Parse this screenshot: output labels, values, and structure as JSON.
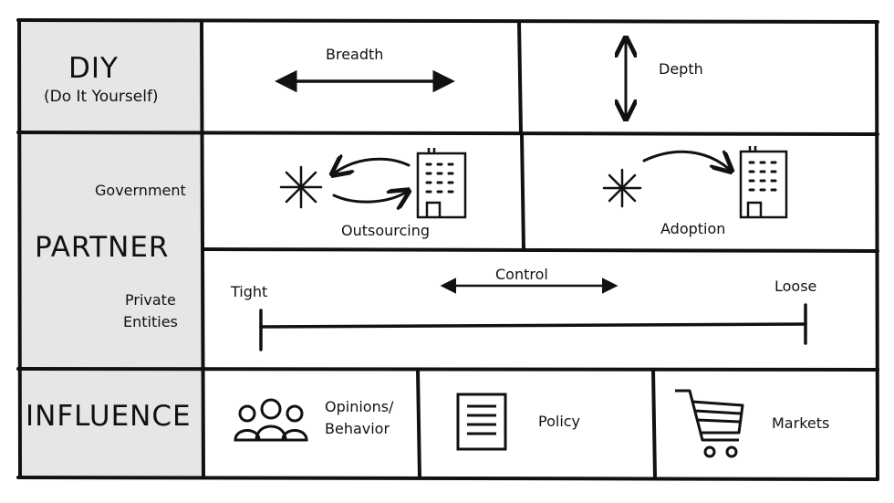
{
  "rows": {
    "diy": {
      "title": "DIY",
      "subtitle": "(Do It Yourself)"
    },
    "partner": {
      "title": "PARTNER",
      "government": "Government",
      "private_line1": "Private",
      "private_line2": "Entities"
    },
    "influence": {
      "title": "INFLUENCE"
    }
  },
  "diy_cells": {
    "breadth": "Breadth",
    "depth": "Depth"
  },
  "government_cells": {
    "outsourcing": "Outsourcing",
    "adoption": "Adoption"
  },
  "private_cell": {
    "control": "Control",
    "tight": "Tight",
    "loose": "Loose"
  },
  "influence_cells": {
    "opinions_line1": "Opinions/",
    "opinions_line2": "Behavior",
    "policy": "Policy",
    "markets": "Markets"
  },
  "icons": [
    "asterisk-icon",
    "building-icon",
    "cycle-arrows-icon",
    "curved-arrow-icon",
    "people-group-icon",
    "document-icon",
    "shopping-cart-icon"
  ],
  "colors": {
    "ink": "#111111",
    "label_column": "#e6e6e6",
    "background": "#ffffff"
  }
}
